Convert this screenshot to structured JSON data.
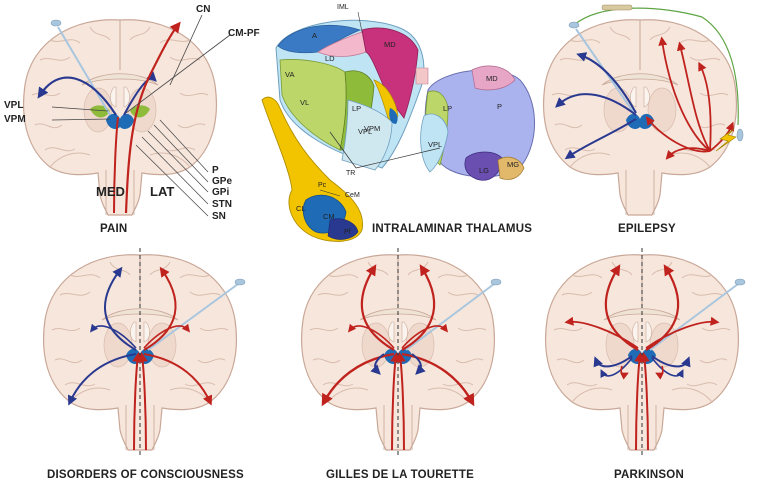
{
  "captions": {
    "pain": "PAIN",
    "intralaminar": "INTRALAMINAR THALAMUS",
    "epilepsy": "EPILEPSY",
    "consciousness": "DISORDERS OF CONSCIOUSNESS",
    "tourette": "GILLES DE LA TOURETTE",
    "parkinson": "PARKINSON"
  },
  "pain_labels": {
    "cn": "CN",
    "cmpf": "CM-PF",
    "vpl": "VPL",
    "vpm": "VPM",
    "med": "MED",
    "lat": "LAT",
    "p": "P",
    "gpe": "GPe",
    "gpi": "GPi",
    "stn": "STN",
    "sn": "SN"
  },
  "thalamus_labels": {
    "iml": "IML",
    "a": "A",
    "md": "MD",
    "ld": "LD",
    "va": "VA",
    "vl": "VL",
    "lp": "LP",
    "vpl": "VPL",
    "vpm": "VPM",
    "tr": "TR",
    "md2": "MD",
    "lp2": "LP",
    "p": "P",
    "vpl2": "VPL",
    "lg": "LG",
    "mg": "MG",
    "pc": "Pc",
    "cem": "CeM",
    "cl": "CL",
    "cm": "CM",
    "pf": "Pf"
  },
  "colors": {
    "brain_fill": "#f6e6dc",
    "brain_outline": "#c9a898",
    "red_tract": "#c0231e",
    "blue_tract": "#2a3990",
    "thalamus_blue": "#1f6bb5",
    "green": "#8fbb3a",
    "yellow": "#f2c400",
    "magenta": "#c8327c",
    "electrode": "#a9c6df"
  }
}
